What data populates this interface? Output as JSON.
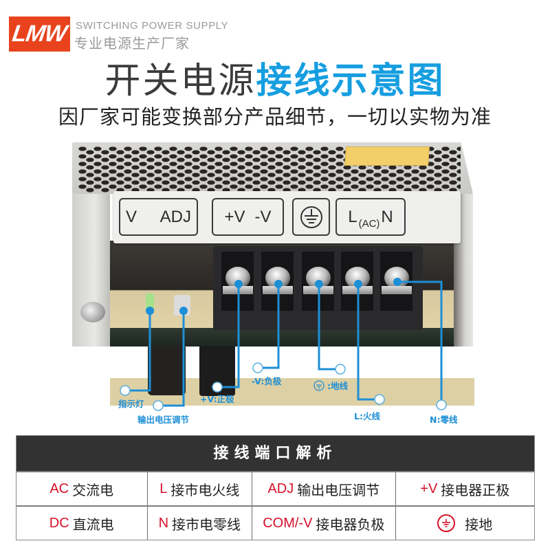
{
  "brand": {
    "logo_text": "LMW",
    "logo_color": "#e8431d",
    "tagline_en": "SWITCHING POWER SUPPLY",
    "tagline_cn": "专业电源生产厂家"
  },
  "title": {
    "part_gray": "开关电源",
    "part_blue": "接线示意图",
    "blue_color": "#169ee0"
  },
  "subtitle": "因厂家可能变换部分产品细节，一切以实物为准",
  "product_label": {
    "box1_left": "V",
    "box1_right": "ADJ",
    "box2_left": "+V",
    "box2_right": "-V",
    "box3_icon": "ground-icon",
    "box4_left": "L",
    "box4_sub": "(AC)",
    "box4_right": "N"
  },
  "callouts": [
    {
      "id": "indicator",
      "label": "指示灯"
    },
    {
      "id": "adj",
      "label": "输出电压调节"
    },
    {
      "id": "vplus",
      "label": "+V:正极"
    },
    {
      "id": "vminus",
      "label": "-V:负极"
    },
    {
      "id": "ground",
      "label": ":地线",
      "icon": "ground-icon"
    },
    {
      "id": "live",
      "label": "L:火线"
    },
    {
      "id": "neutral",
      "label": "N:零线"
    }
  ],
  "callout_color": "#1d8fd6",
  "legend": {
    "header": "接线端口解析",
    "accent_color": "#d6102a",
    "rows": [
      [
        {
          "code": "AC",
          "text": "交流电"
        },
        {
          "code": "L",
          "text": "接市电火线"
        },
        {
          "code": "ADJ",
          "text": "输出电压调节"
        },
        {
          "code": "+V",
          "text": "接电器正极"
        }
      ],
      [
        {
          "code": "DC",
          "text": "直流电"
        },
        {
          "code": "N",
          "text": "接市电零线"
        },
        {
          "code": "COM/-V",
          "text": "接电器负极"
        },
        {
          "code": "",
          "icon": "ground-icon",
          "text": "接地"
        }
      ]
    ]
  }
}
